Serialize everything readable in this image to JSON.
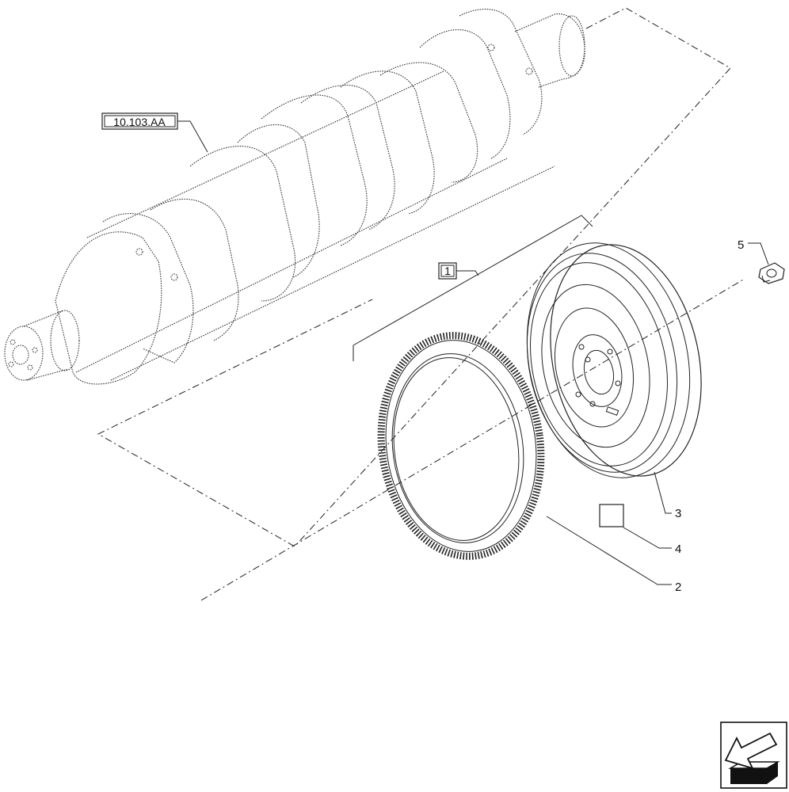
{
  "reference_label": "10.103.AA",
  "group_label": "1",
  "callouts": {
    "ring_gear": "2",
    "flywheel": "3",
    "decal": "4",
    "bolt": "5"
  },
  "icons": {
    "nav": "prev-page-arrow-icon"
  }
}
